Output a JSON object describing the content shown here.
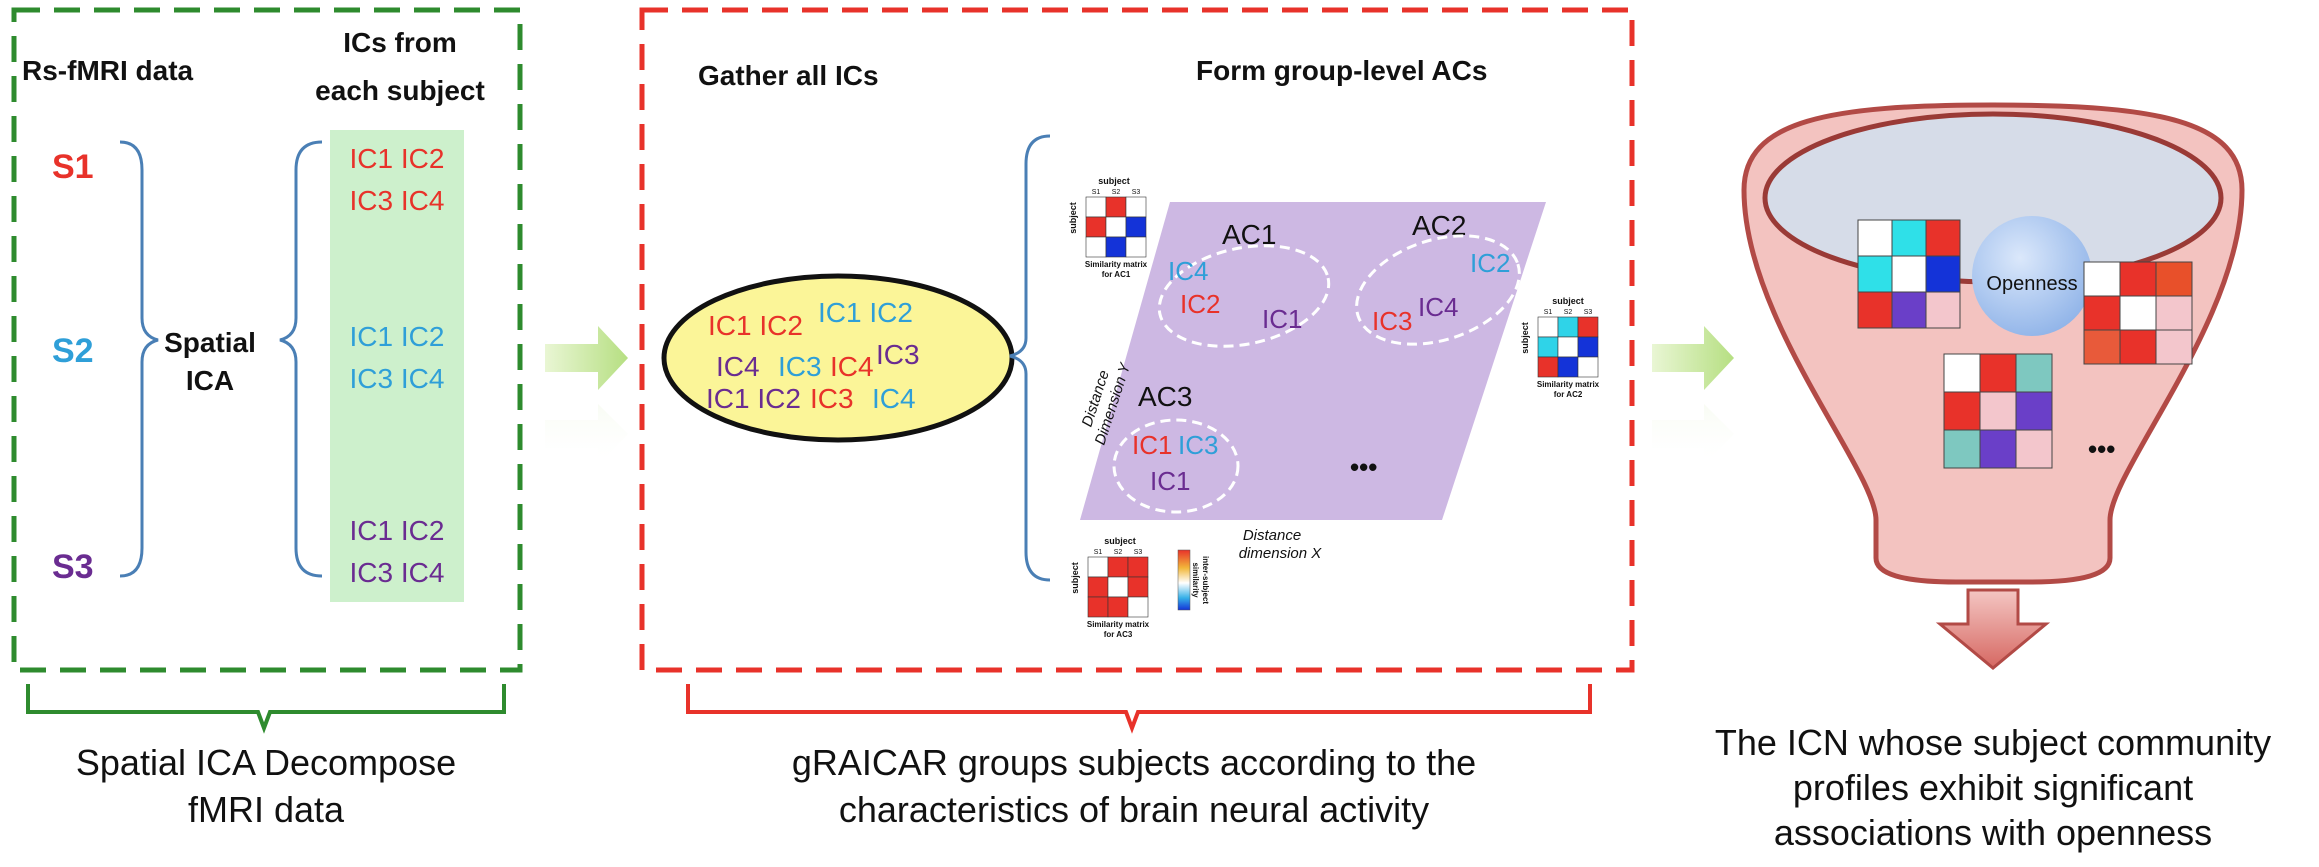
{
  "colors": {
    "green": "#2e8b2e",
    "red": "#e8322a",
    "blue": "#2f9fd8",
    "purple": "#6a2c91",
    "bracket": "#4a7fb5",
    "ic_panel": "#cdf0cc",
    "ellipse_fill": "#fbf598",
    "plane": "#cdb8e3",
    "funnel_fill": "#f3c3c0",
    "funnel_stroke": "#b24a46"
  },
  "panel1": {
    "title_data": "Rs-fMRI data",
    "title_ics_line1": "ICs from",
    "title_ics_line2": "each subject",
    "s1": "S1",
    "s2": "S2",
    "s3": "S3",
    "ica_line1": "Spatial",
    "ica_line2": "ICA",
    "s1_row1": "IC1 IC2",
    "s1_row2": "IC3 IC4",
    "s2_row1": "IC1 IC2",
    "s2_row2": "IC3 IC4",
    "s3_row1": "IC1 IC2",
    "s3_row2": "IC3 IC4",
    "caption_line1": "Spatial ICA Decompose",
    "caption_line2": "fMRI data"
  },
  "panel2": {
    "title_gather": "Gather all  ICs",
    "title_form": "Form group-level ACs",
    "pool": {
      "r1a": "IC1 IC2",
      "r1b": "IC1 IC2",
      "r2a": "IC4",
      "r2b": "IC3",
      "r2c": "IC4",
      "r2d": "IC3",
      "r3a": "IC1 IC2",
      "r3b": "IC3",
      "r3c": "IC4"
    },
    "ac1": {
      "label": "AC1",
      "c1": "IC4",
      "c2": "IC2",
      "c3": "IC1"
    },
    "ac2": {
      "label": "AC2",
      "c1": "IC2",
      "c2": "IC3",
      "c3": "IC4"
    },
    "ac3": {
      "label": "AC3",
      "c1": "IC1",
      "c2": "IC3",
      "c3": "IC1"
    },
    "dots": "•••",
    "axis_y_line1": "Distance",
    "axis_y_line2": "Dimension Y",
    "axis_x_line1": "Distance",
    "axis_x_line2": "dimension X",
    "matrix_axis": "subject",
    "matrix_s1": "S1",
    "matrix_s2": "S2",
    "matrix_s3": "S3",
    "sim_label": "Similarity matrix",
    "for_ac1": "for AC1",
    "for_ac2": "for AC2",
    "for_ac3": "for AC3",
    "colorbar_line1": "inter-subject",
    "colorbar_line2": "similarity",
    "caption_line1": "gRAICAR groups subjects according to the",
    "caption_line2": "characteristics of brain neural activity"
  },
  "panel3": {
    "openness": "Openness",
    "dots": "•••",
    "caption_line1": "The ICN whose subject community",
    "caption_line2": "profiles exhibit significant",
    "caption_line3": "associations with openness"
  }
}
